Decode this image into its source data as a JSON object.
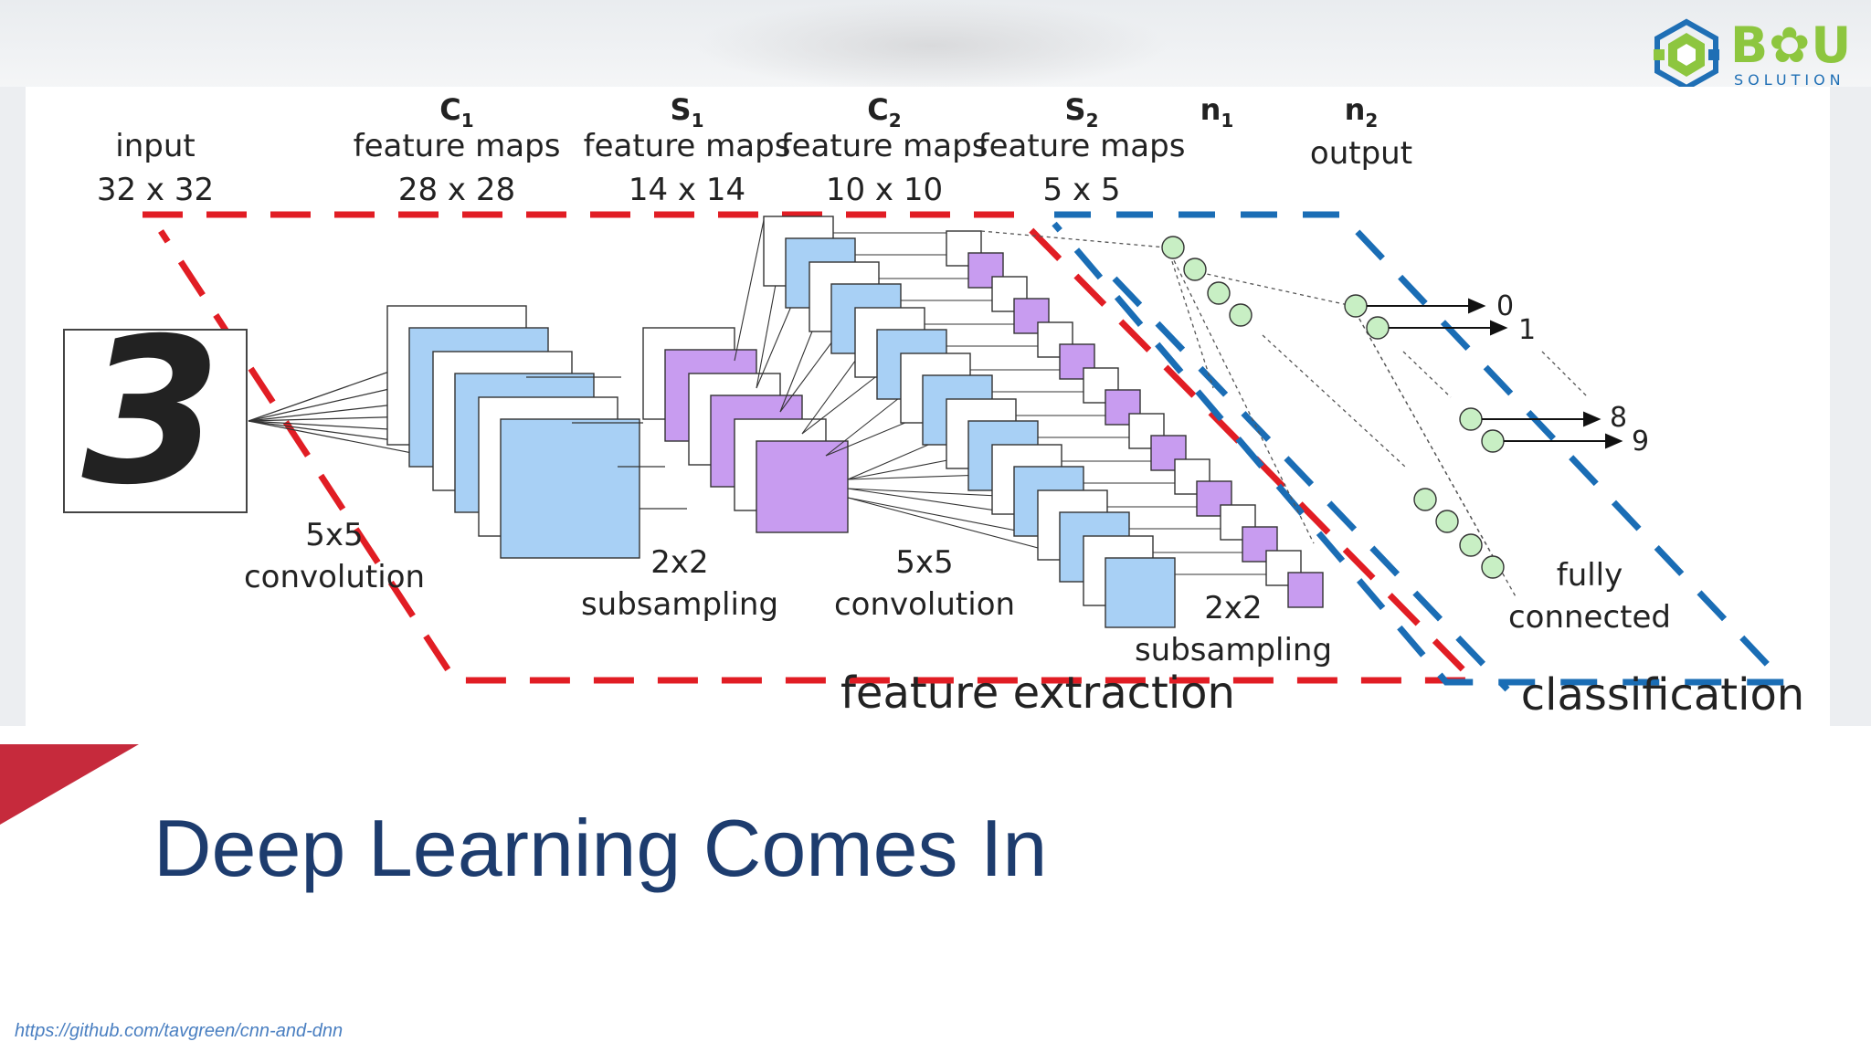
{
  "logo": {
    "brand": "B✿U",
    "tagline": "SOLUTION",
    "mark_icon": "hexagon-cubes-logo-icon",
    "colors": {
      "green": "#8dc63f",
      "blue": "#1f6fb5"
    }
  },
  "diagram": {
    "headers": {
      "input": {
        "lines": [
          "input",
          "32 x 32"
        ]
      },
      "c1": {
        "symbol": "C",
        "subscript": "1",
        "lines": [
          "feature maps",
          "28 x 28"
        ]
      },
      "s1": {
        "symbol": "S",
        "subscript": "1",
        "lines": [
          "feature maps",
          "14 x 14"
        ]
      },
      "c2": {
        "symbol": "C",
        "subscript": "2",
        "lines": [
          "feature maps",
          "10 x 10"
        ]
      },
      "s2": {
        "symbol": "S",
        "subscript": "2",
        "lines": [
          "feature maps",
          "5 x 5"
        ]
      },
      "n1": {
        "symbol": "n",
        "subscript": "1"
      },
      "n2": {
        "symbol": "n",
        "subscript": "2",
        "lines": [
          "output"
        ]
      }
    },
    "operations": {
      "conv1": [
        "5x5",
        "convolution"
      ],
      "sub1": [
        "2x2",
        "subsampling"
      ],
      "conv2": [
        "5x5",
        "convolution"
      ],
      "sub2": [
        "2x2",
        "subsampling"
      ],
      "fc": [
        "fully",
        "connected"
      ]
    },
    "sections": {
      "feature_extraction": "feature extraction",
      "classification": "classification"
    },
    "input_digit": "3",
    "output_labels": [
      "0",
      "1",
      "8",
      "9"
    ],
    "colors": {
      "feature_extraction_border": "#e11d24",
      "classification_border": "#1a6db5",
      "conv_map": "#a8d0f5",
      "subsample_map": "#c89cf0",
      "neuron": "#c8efc4"
    }
  },
  "slide": {
    "title": "Deep Learning Comes In",
    "title_color": "#1d3c6e",
    "accent_color": "#c62a3c",
    "source_link": "https://github.com/tavgreen/cnn-and-dnn"
  }
}
